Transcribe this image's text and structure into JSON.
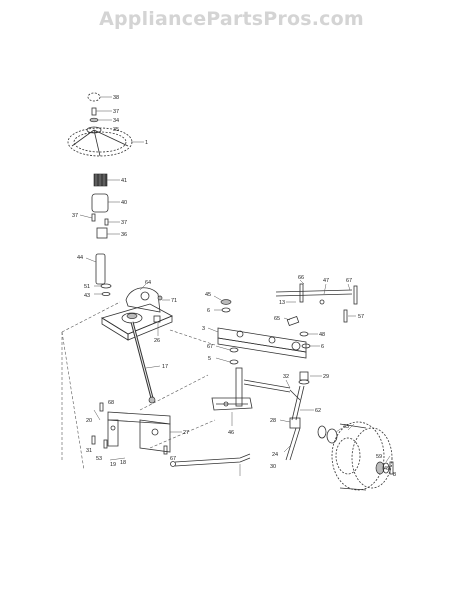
{
  "watermark": "AppliancePartsPros.com",
  "callouts": {
    "c38": "38",
    "c37a": "37",
    "c34": "34",
    "c35": "35",
    "c1": "1",
    "c41": "41",
    "c40": "40",
    "c37b": "37",
    "c37c": "37",
    "c36": "36",
    "c44": "44",
    "c51": "51",
    "c43a": "43",
    "c64": "64",
    "c71": "71",
    "c26": "26",
    "c17": "17",
    "c45": "45",
    "c6a": "6",
    "c3": "3",
    "c67a": "67",
    "c5": "5",
    "c66": "66",
    "c47": "47",
    "c67b": "67",
    "c13": "13",
    "c57": "57",
    "c65": "65",
    "c48": "48",
    "c6b": "6",
    "c29": "29",
    "c32": "32",
    "c28": "28",
    "c62": "62",
    "c43b": "43",
    "c46": "46",
    "c24": "24",
    "c30": "30",
    "c59": "59",
    "c49": "49",
    "c8": "8",
    "c68": "68",
    "c20": "20",
    "c27": "27",
    "c31": "31",
    "c53": "53",
    "c19": "19",
    "c18": "18",
    "c67c": "67"
  }
}
